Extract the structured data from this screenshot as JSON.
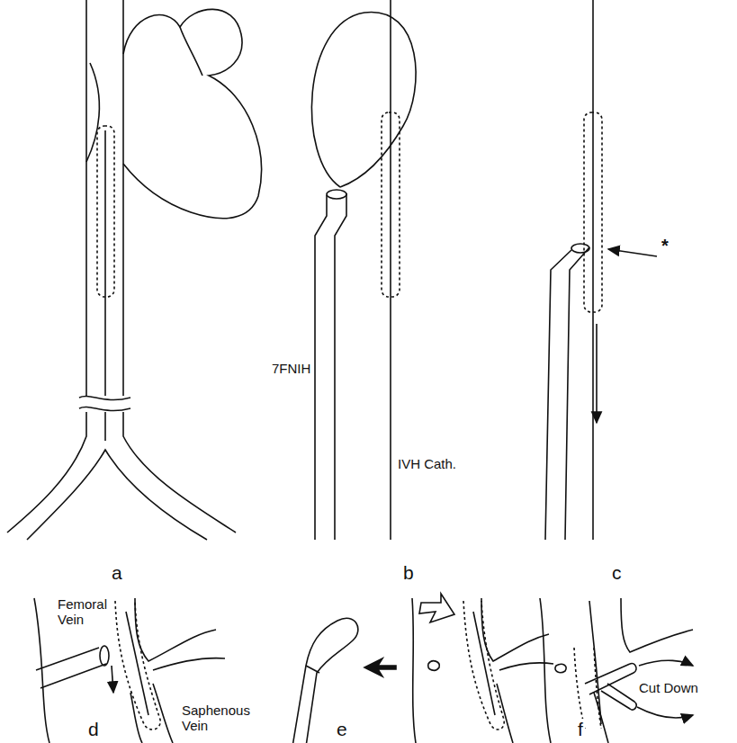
{
  "diagram": {
    "labels": [
      "a",
      "b",
      "c",
      "d",
      "e",
      "f",
      "7FNIH",
      "IVH Cath.",
      "*",
      "Femoral Vein",
      "Saphenous Vein",
      "Cut Down"
    ]
  }
}
